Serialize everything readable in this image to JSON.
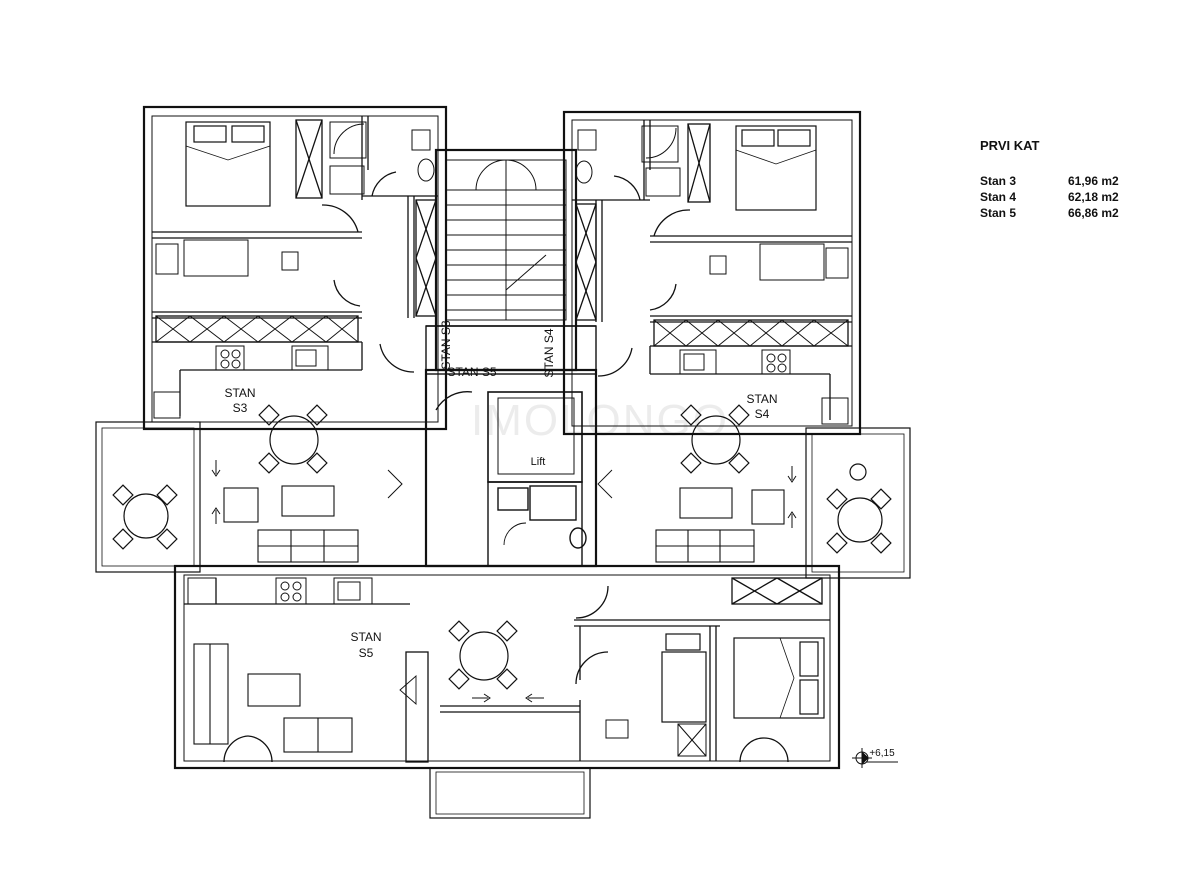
{
  "legend": {
    "title": "PRVI KAT",
    "rows": [
      {
        "name": "Stan 3",
        "area": "61,96 m2"
      },
      {
        "name": "Stan 4",
        "area": "62,18 m2"
      },
      {
        "name": "Stan 5",
        "area": "66,86 m2"
      }
    ]
  },
  "labels": {
    "stan": "STAN",
    "s3": "S3",
    "s4": "S4",
    "s5": "S5",
    "corridor_s3": "STAN S3",
    "corridor_s4": "STAN S4",
    "corridor_s5": "STAN S5",
    "lift": "Lift",
    "elevation": "+6,15",
    "watermark": "IMOLONGO"
  }
}
